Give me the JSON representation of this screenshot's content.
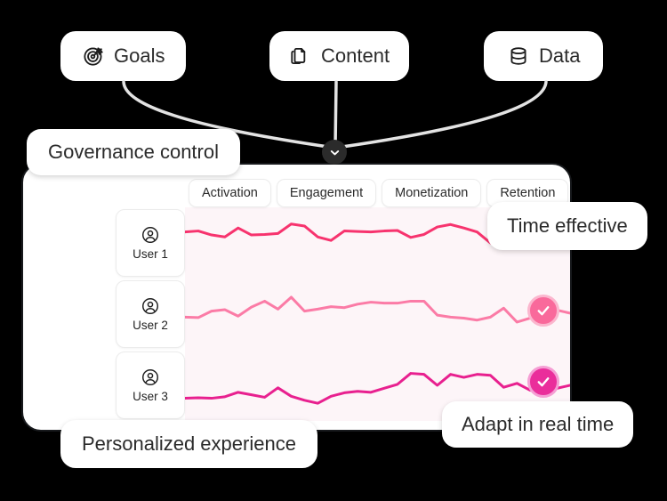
{
  "top_pills": [
    {
      "label": "Goals",
      "icon": "target-icon"
    },
    {
      "label": "Content",
      "icon": "copy-documents-icon"
    },
    {
      "label": "Data",
      "icon": "database-icon"
    }
  ],
  "callouts": {
    "governance": "Governance control",
    "time_effective": "Time effective",
    "adapt": "Adapt in real time",
    "personalized": "Personalized experience"
  },
  "card": {
    "tabs": [
      {
        "label": "Activation"
      },
      {
        "label": "Engagement"
      },
      {
        "label": "Monetization"
      },
      {
        "label": "Retention"
      }
    ],
    "rows": [
      {
        "user": "User 1",
        "icon": "user-circle-icon",
        "status": ""
      },
      {
        "user": "User 2",
        "icon": "user-circle-icon",
        "status": "check-circle-icon"
      },
      {
        "user": "User 3",
        "icon": "user-circle-icon",
        "status": "check-circle-icon"
      }
    ]
  },
  "chevron": {
    "icon": "chevron-down-icon"
  },
  "colors": {
    "background": "#000000",
    "card_border": "#17191c",
    "plot_tint": "#fdf5f8",
    "line_user1": "#f7336e",
    "line_user2": "#fb7ba6",
    "line_user3": "#e8208f",
    "connector": "#e3e3e3",
    "chevron_badge": "#2b2b2b"
  },
  "chart_data": {
    "type": "line",
    "title": "",
    "xlabel": "",
    "ylabel": "",
    "grid": false,
    "legend": "none",
    "categories": [
      "Activation",
      "Engagement",
      "Monetization",
      "Retention"
    ],
    "ylim": [
      0,
      100
    ],
    "series": [
      {
        "name": "User 1",
        "color": "#f7336e",
        "values": [
          72,
          74,
          66,
          62,
          80,
          66,
          67,
          69,
          88,
          84,
          62,
          55,
          74,
          73,
          72,
          74,
          75,
          61,
          67,
          82,
          87,
          80,
          72,
          50,
          76,
          73,
          72,
          74,
          90,
          84
        ]
      },
      {
        "name": "User 2",
        "color": "#fb7ba6",
        "values": [
          44,
          43,
          56,
          59,
          46,
          64,
          76,
          60,
          84,
          56,
          60,
          65,
          63,
          70,
          74,
          72,
          72,
          76,
          76,
          48,
          44,
          42,
          38,
          44,
          62,
          34,
          42,
          36,
          58,
          52
        ]
      },
      {
        "name": "User 3",
        "color": "#e8208f",
        "values": [
          24,
          25,
          24,
          27,
          36,
          31,
          26,
          45,
          28,
          20,
          14,
          28,
          35,
          38,
          36,
          44,
          52,
          74,
          72,
          50,
          72,
          66,
          72,
          70,
          46,
          54,
          40,
          46,
          44,
          50
        ]
      }
    ]
  }
}
